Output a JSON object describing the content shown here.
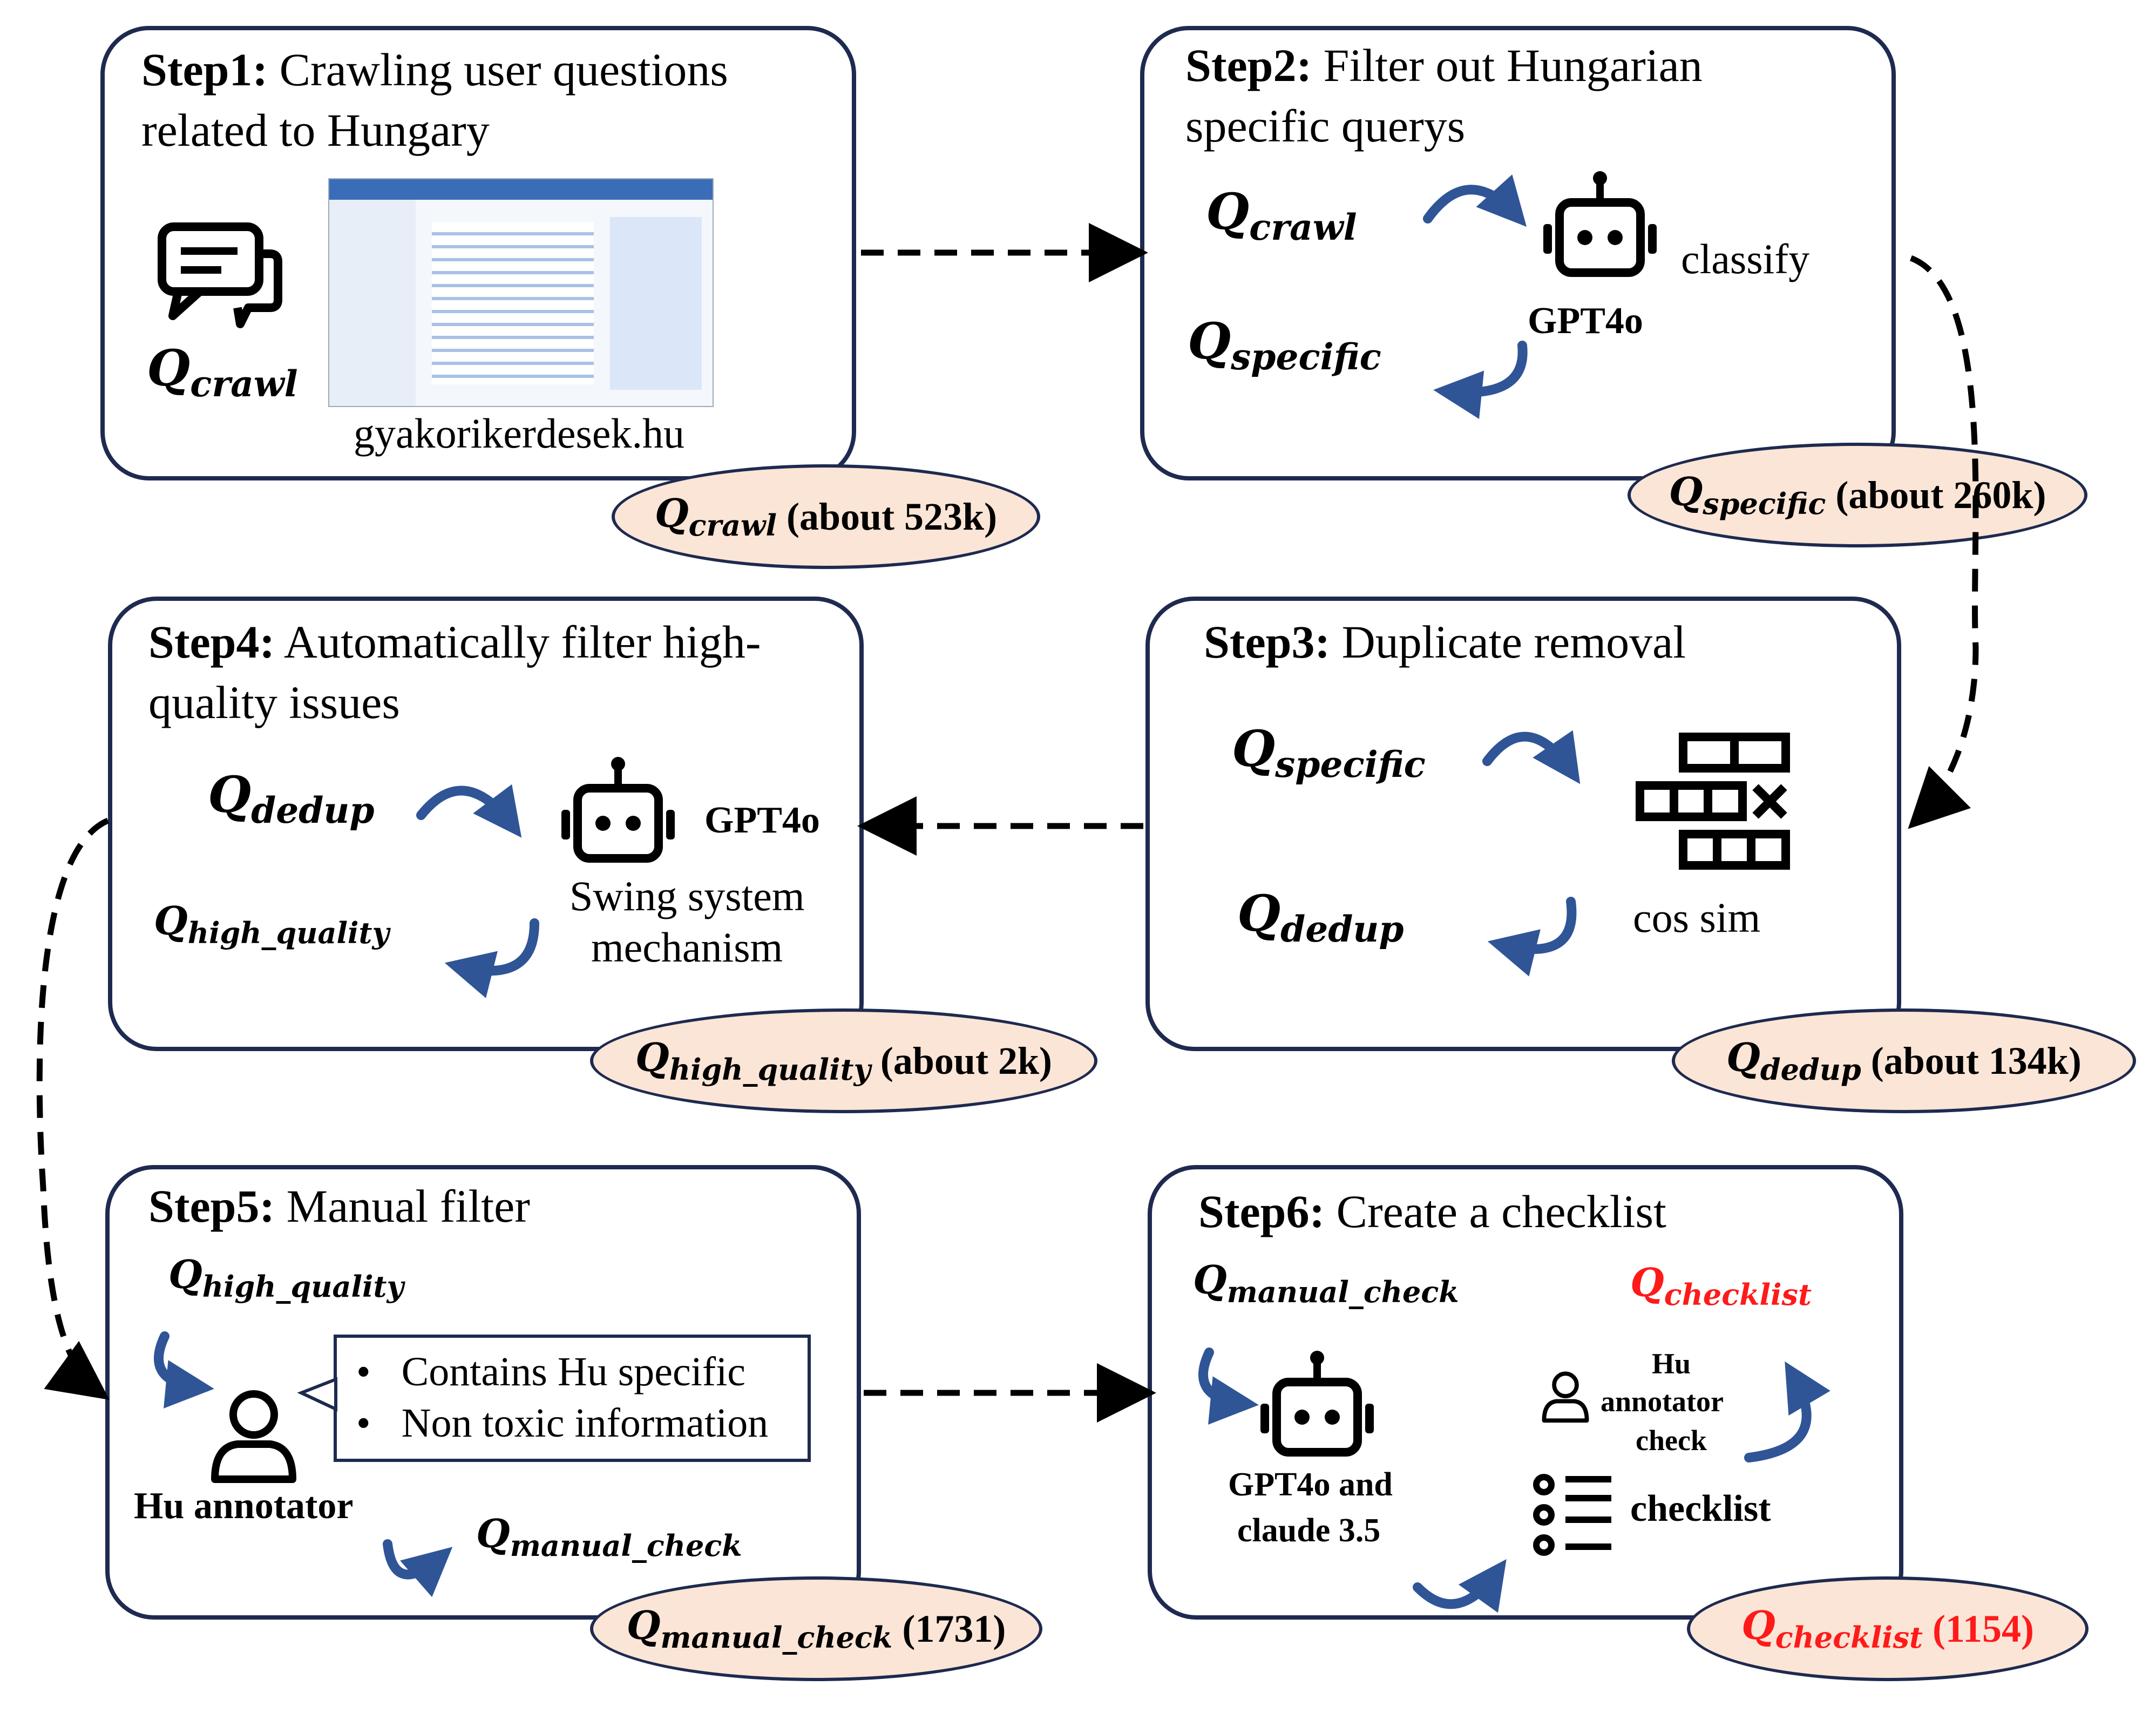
{
  "steps": {
    "s1": {
      "label": "Step1:",
      "text_line1": "Crawling user questions",
      "text_line2": "related to Hungary",
      "site": "gyakorikerdesek.hu",
      "q": "Q",
      "q_sub": "crawl"
    },
    "s2": {
      "label": "Step2:",
      "text_line1": "Filter out Hungarian",
      "text_line2": "specific querys",
      "q1": "Q",
      "q1_sub": "crawl",
      "q2": "Q",
      "q2_sub": "specific",
      "model": "GPT4o",
      "action": "classify"
    },
    "s3": {
      "label": "Step3:",
      "text": "Duplicate removal",
      "q1": "Q",
      "q1_sub": "specific",
      "q2": "Q",
      "q2_sub": "dedup",
      "action": "cos sim"
    },
    "s4": {
      "label": "Step4:",
      "text_line1": "Automatically filter high-",
      "text_line2": "quality issues",
      "q1": "Q",
      "q1_sub": "dedup",
      "q2": "Q",
      "q2_sub": "high_quality",
      "model": "GPT4o",
      "mech_line1": "Swing system",
      "mech_line2": "mechanism"
    },
    "s5": {
      "label": "Step5:",
      "text": "Manual filter",
      "q1": "Q",
      "q1_sub": "high_quality",
      "q2": "Q",
      "q2_sub": "manual_check",
      "annotator": "Hu annotator",
      "bullet1": "Contains Hu specific",
      "bullet2": "Non toxic information"
    },
    "s6": {
      "label": "Step6:",
      "text": "Create a checklist",
      "q1": "Q",
      "q1_sub": "manual_check",
      "q2": "Q",
      "q2_sub": "checklist",
      "models_line1": "GPT4o and",
      "models_line2": "claude 3.5",
      "check_line1": "Hu",
      "check_line2": "annotator",
      "check_line3": "check",
      "checklist": "checklist"
    }
  },
  "outputs": {
    "o1": {
      "q": "Q",
      "sub": "crawl",
      "count": "(about 523k)"
    },
    "o2": {
      "q": "Q",
      "sub": "specific",
      "count": "(about 260k)"
    },
    "o3": {
      "q": "Q",
      "sub": "dedup",
      "count": "(about 134k)"
    },
    "o4": {
      "q": "Q",
      "sub": "high_quality",
      "count": "(about 2k)"
    },
    "o5": {
      "q": "Q",
      "sub": "manual_check",
      "count": "(1731)"
    },
    "o6": {
      "q": "Q",
      "sub": "checklist",
      "count": "(1154)"
    }
  },
  "bullet_symbol": "•",
  "icons": [
    "chat-icon",
    "website-screenshot",
    "robot-icon",
    "table-dedup-icon",
    "person-icon",
    "checklist-icon",
    "curved-arrow-icon"
  ],
  "colors": {
    "box_border": "#1e2a4f",
    "ellipse_fill": "#fbe5d6",
    "arrow_blue": "#2f5597",
    "highlight_red": "#ff1a1a"
  }
}
